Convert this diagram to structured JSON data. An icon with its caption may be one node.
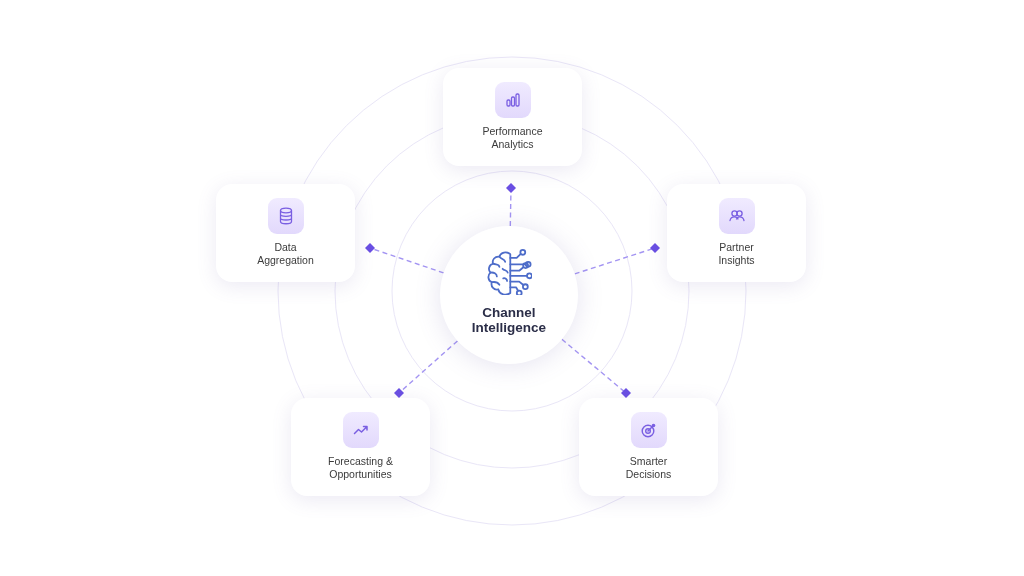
{
  "diagram": {
    "nodes": [
      {
        "text": [
          "Performance Analytics"
        ]
      },
      {
        "text": [
          "Data Aggregation"
        ]
      },
      {
        "text": [
          "Partner Insights"
        ]
      },
      {
        "text": [
          "Channel Intelligence"
        ]
      },
      {
        "text": [
          "Forecasting & Opportunities"
        ]
      },
      {
        "text": [
          "Smarter Decisions"
        ]
      }
    ],
    "edges": [
      {
        "from": 3,
        "to": 0,
        "arrow": "other",
        "style": "dashed"
      },
      {
        "from": 3,
        "to": 1,
        "arrow": "other",
        "style": "dashed"
      },
      {
        "from": 3,
        "to": 2,
        "arrow": "other",
        "style": "dashed"
      },
      {
        "from": 3,
        "to": 4,
        "arrow": "other",
        "style": "dashed"
      },
      {
        "from": 3,
        "to": 5,
        "arrow": "other",
        "style": "dashed"
      }
    ]
  }
}
